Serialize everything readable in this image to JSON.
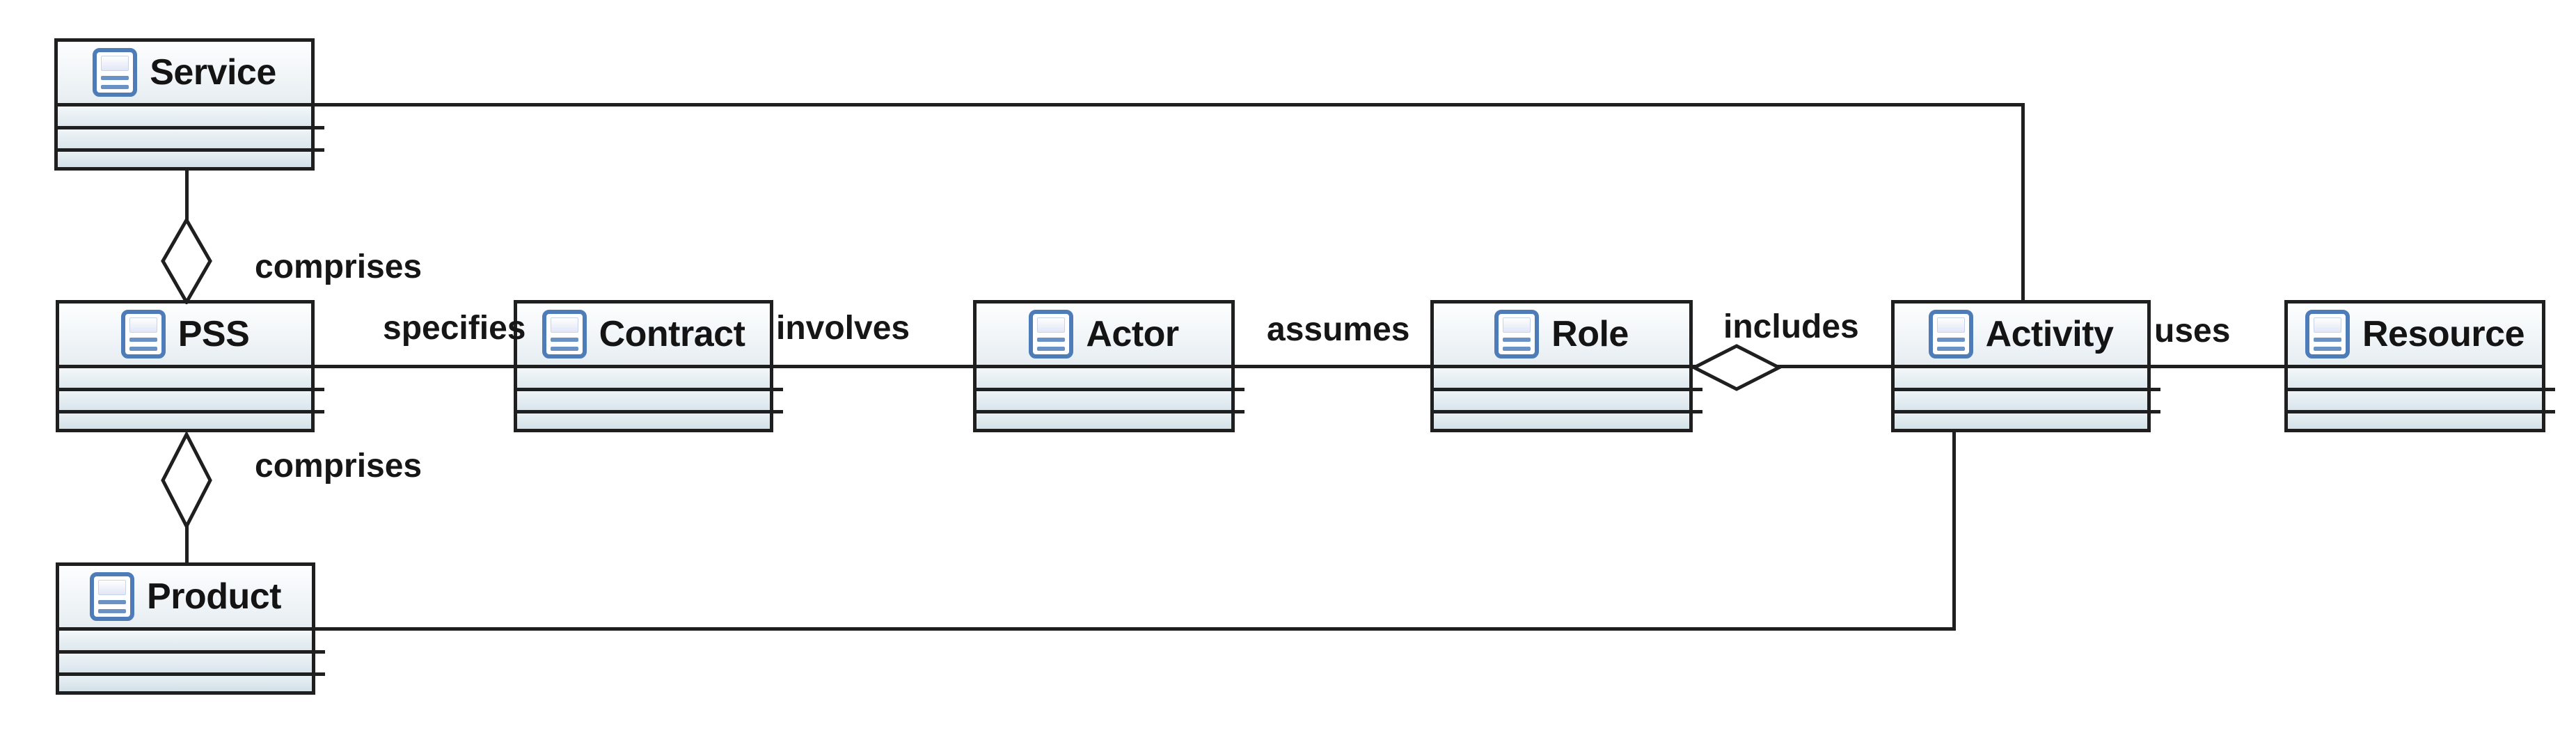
{
  "diagram": {
    "type": "uml-class-diagram",
    "classes": [
      {
        "name": "Service"
      },
      {
        "name": "PSS"
      },
      {
        "name": "Contract"
      },
      {
        "name": "Actor"
      },
      {
        "name": "Role"
      },
      {
        "name": "Activity"
      },
      {
        "name": "Resource"
      },
      {
        "name": "Product"
      }
    ],
    "edge_labels": [
      {
        "text": "comprises"
      },
      {
        "text": "specifies"
      },
      {
        "text": "involves"
      },
      {
        "text": "assumes"
      },
      {
        "text": "includes"
      },
      {
        "text": "uses"
      },
      {
        "text": "comprises"
      }
    ],
    "relationships": [
      {
        "from": "PSS",
        "to": "Service",
        "label": "comprises",
        "type": "aggregation",
        "diamond_at": "PSS"
      },
      {
        "from": "PSS",
        "to": "Product",
        "label": "comprises",
        "type": "aggregation",
        "diamond_at": "PSS"
      },
      {
        "from": "PSS",
        "to": "Contract",
        "label": "specifies",
        "type": "association"
      },
      {
        "from": "Contract",
        "to": "Actor",
        "label": "involves",
        "type": "association"
      },
      {
        "from": "Actor",
        "to": "Role",
        "label": "assumes",
        "type": "association"
      },
      {
        "from": "Role",
        "to": "Activity",
        "label": "includes",
        "type": "aggregation",
        "diamond_at": "Role"
      },
      {
        "from": "Activity",
        "to": "Resource",
        "label": "uses",
        "type": "association"
      },
      {
        "from": "Service",
        "to": "Activity",
        "label": "",
        "type": "association"
      },
      {
        "from": "Product",
        "to": "Activity",
        "label": "",
        "type": "association"
      }
    ],
    "colors": {
      "line": "#1f1f1f",
      "box_border": "#1f1f1f",
      "box_fill_top": "#fdfefe",
      "box_fill_bottom": "#d3e1e8",
      "icon_blue": "#4d7cb8",
      "text": "#141414"
    }
  }
}
